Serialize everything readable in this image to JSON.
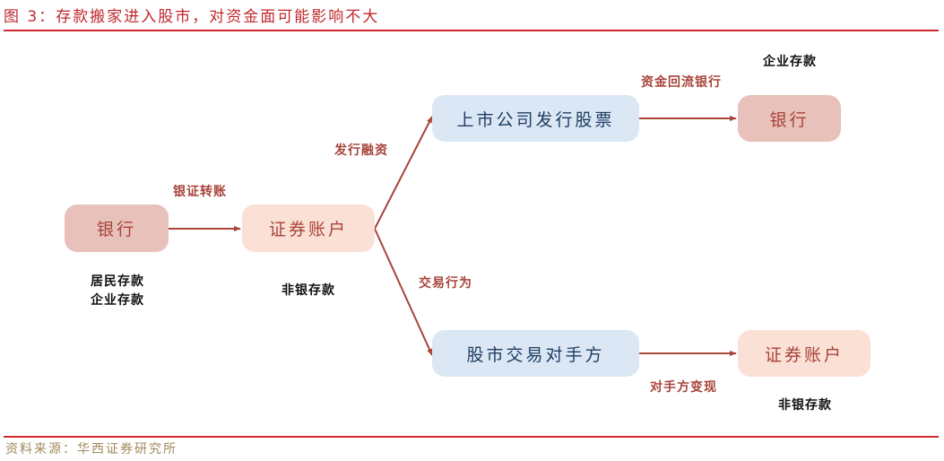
{
  "header": {
    "title": "图 3：存款搬家进入股市，对资金面可能影响不大"
  },
  "footer": {
    "source": "资料来源：华西证券研究所"
  },
  "colors": {
    "accent_red": "#c0282d",
    "arrow": "#a8443a",
    "bank_fill": "#e8c1ba",
    "securities_fill": "#fbe0d5",
    "blue_fill": "#dbe7f4"
  },
  "nodes": {
    "bank_left": {
      "label": "银行",
      "notes": [
        "居民存款",
        "企业存款"
      ]
    },
    "securities_left": {
      "label": "证券账户",
      "notes": [
        "非银存款"
      ]
    },
    "listed_company": {
      "label": "上市公司发行股票"
    },
    "counterparty": {
      "label": "股市交易对手方"
    },
    "bank_right": {
      "label": "银行",
      "notes": [
        "企业存款"
      ]
    },
    "securities_right": {
      "label": "证券账户",
      "notes": [
        "非银存款"
      ]
    }
  },
  "edges": {
    "bank_to_securities": {
      "label": "银证转账"
    },
    "securities_to_listed": {
      "label": "发行融资"
    },
    "securities_to_counterparty": {
      "label": "交易行为"
    },
    "listed_to_bank": {
      "label": "资金回流银行"
    },
    "counterparty_to_securities": {
      "label": "对手方变现"
    }
  }
}
